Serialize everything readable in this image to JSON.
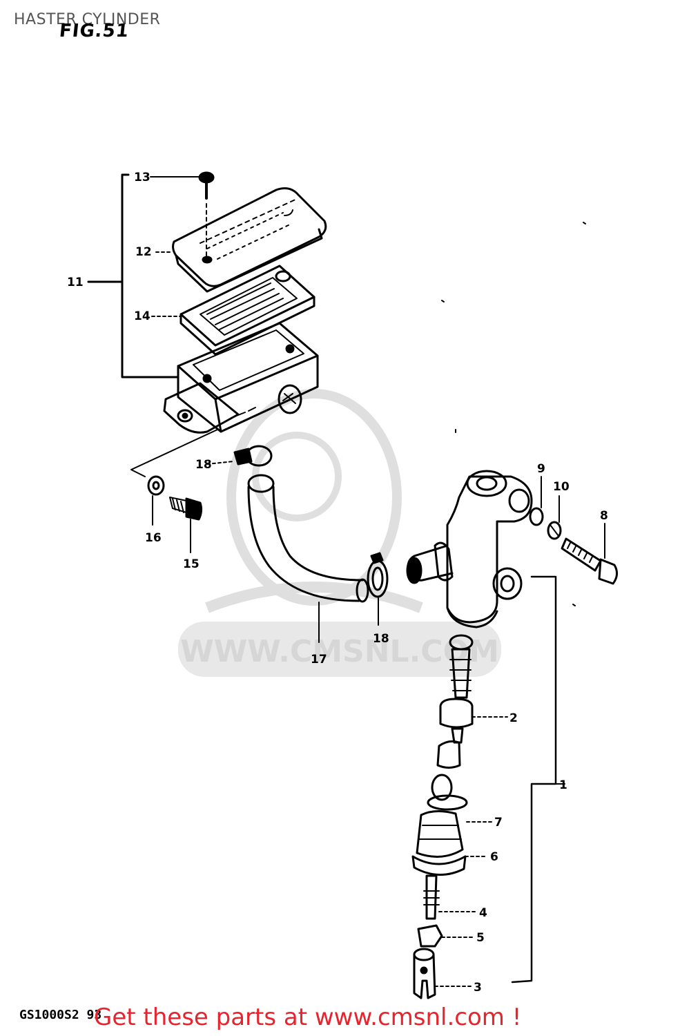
{
  "header": {
    "title": "HASTER CYLINDER",
    "figure": "FIG.51"
  },
  "footer": {
    "code": "GS1000S2 93",
    "promo": "Get these parts at www.cmsnl.com !"
  },
  "watermark": {
    "text": "WWW.CMSNL.COM",
    "color": "#d2d2d2"
  },
  "callouts": {
    "c1": "1",
    "c2": "2",
    "c3": "3",
    "c4": "4",
    "c5": "5",
    "c6": "6",
    "c7": "7",
    "c8": "8",
    "c9": "9",
    "c10": "10",
    "c11": "11",
    "c12": "12",
    "c13": "13",
    "c14": "14",
    "c15": "15",
    "c16": "16",
    "c17": "17",
    "c18a": "18",
    "c18b": "18"
  },
  "colors": {
    "ink": "#000000",
    "promo": "#e8232d",
    "title": "#555555"
  }
}
